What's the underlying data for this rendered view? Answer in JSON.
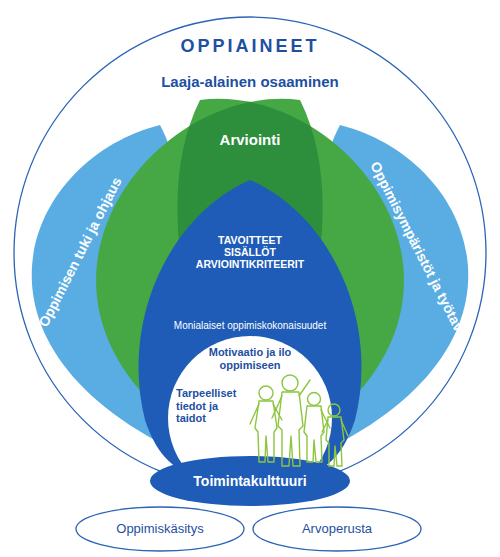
{
  "diagram": {
    "nodes": [
      {
        "text": [
          "OPPIAINEET",
          "Laaja-alainen osaaminen"
        ]
      },
      {
        "text": [
          "Oppimisen tuki ja ohjaus"
        ],
        "in": 0
      },
      {
        "text": [
          "Arviointi"
        ],
        "in": 0
      },
      {
        "text": [
          "Oppimisympäristöt ja työtavat"
        ],
        "in": 0
      },
      {
        "text": [
          "TAVOITTEET SISÄLLÖT ARVIOINTIKRITEERIT",
          "Monialaiset oppimiskokonaisuudet"
        ],
        "in": 0
      },
      {
        "text": [
          "Motivaatio ja ilo oppimiseen",
          "Tarpeelliset tiedot ja taidot"
        ],
        "in": 4
      },
      {
        "text": [
          "Toimintakulttuuri"
        ]
      },
      {
        "text": [
          "Oppimiskäsitys"
        ]
      },
      {
        "text": [
          "Arvoperusta"
        ]
      }
    ]
  }
}
